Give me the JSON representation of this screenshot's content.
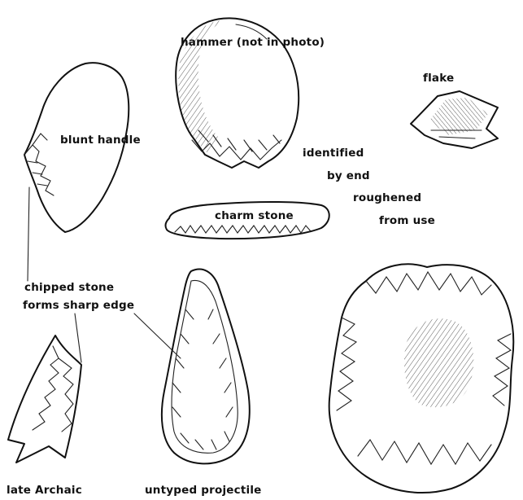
{
  "labels": {
    "hammer": "hammer (not in photo)",
    "flake": "flake",
    "blunt_handle": "blunt handle",
    "identified": "identified",
    "by_end": "by end",
    "roughened": "roughened",
    "from_use": "from use",
    "charm_stone": "charm stone",
    "chipped_stone": "chipped stone",
    "forms_sharp_edge": "forms sharp edge",
    "late_archaic": "late Archaic",
    "untyped_projectile": "untyped projectile"
  }
}
